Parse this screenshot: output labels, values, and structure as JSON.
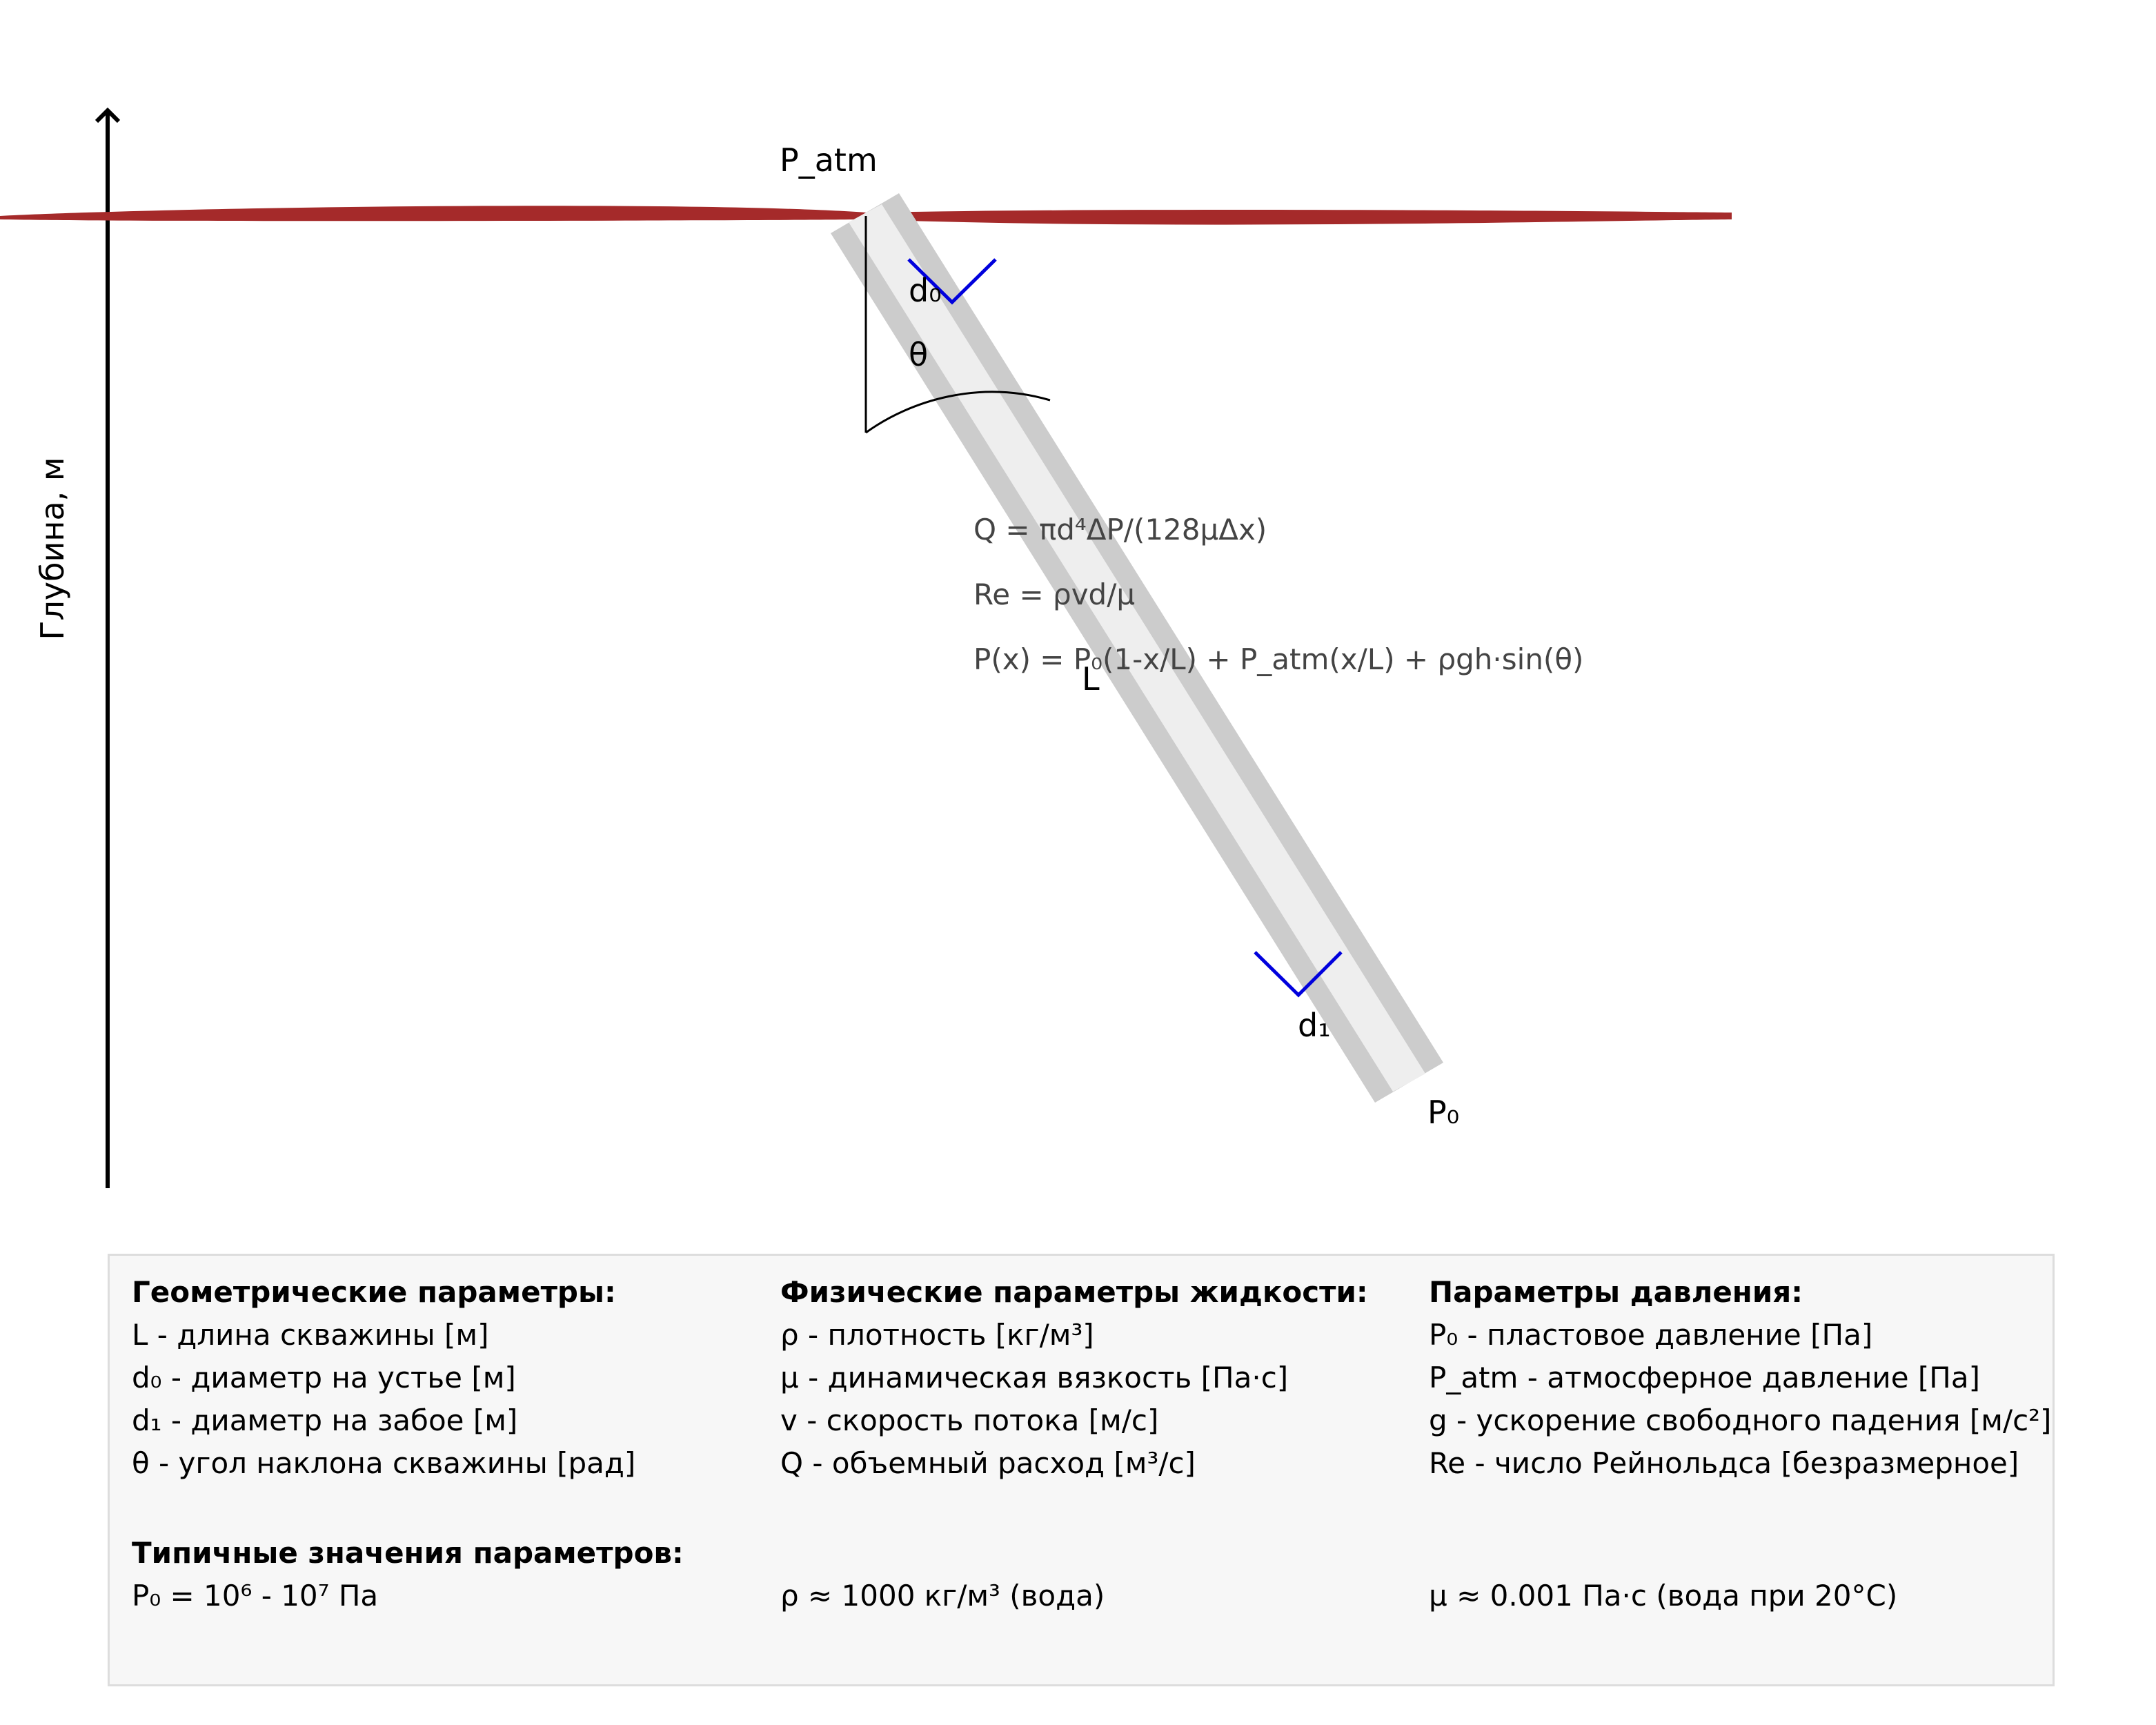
{
  "axis": {
    "y_label": "Глубина, м"
  },
  "labels": {
    "p_atm": "P_atm",
    "d0": "d₀",
    "theta": "θ",
    "length": "L",
    "d1": "d₁",
    "p0": "P₀"
  },
  "formulas": [
    "Q = πd⁴ΔP/(128μΔx)",
    "Re = ρvd/μ",
    "P(x) = P₀(1-x/L) + P_atm(x/L) + ρgh·sin(θ)"
  ],
  "legend": {
    "columns": [
      {
        "title": "Геометрические параметры:",
        "items": [
          "L - длина скважины [м]",
          "d₀ - диаметр на устье [м]",
          "d₁ - диаметр на забое [м]",
          "θ - угол наклона скважины [рад]"
        ]
      },
      {
        "title": "Физические параметры жидкости:",
        "items": [
          "ρ - плотность [кг/м³]",
          "μ - динамическая вязкость [Па·с]",
          "v - скорость потока [м/с]",
          "Q - объемный расход [м³/с]"
        ]
      },
      {
        "title": "Параметры давления:",
        "items": [
          "P₀ - пластовое давление [Па]",
          "P_atm - атмосферное давление [Па]",
          "g - ускорение свободного падения [м/с²]",
          "Re - число Рейнольдса [безразмерное]"
        ]
      }
    ],
    "typical": {
      "title": "Типичные значения параметров:",
      "values": [
        "P₀ = 10⁶ - 10⁷ Па",
        "ρ ≈ 1000 кг/м³ (вода)",
        "μ ≈ 0.001 Па·с (вода при 20°C)"
      ]
    }
  },
  "colors": {
    "surface": "#a52a2a",
    "pipe_wall": "#cccccc",
    "pipe_inner": "#eeeeee",
    "diameter_marker": "#0000dd",
    "formula_text": "#444444",
    "legend_bg": "#f7f7f7",
    "legend_border": "#dddddd"
  }
}
